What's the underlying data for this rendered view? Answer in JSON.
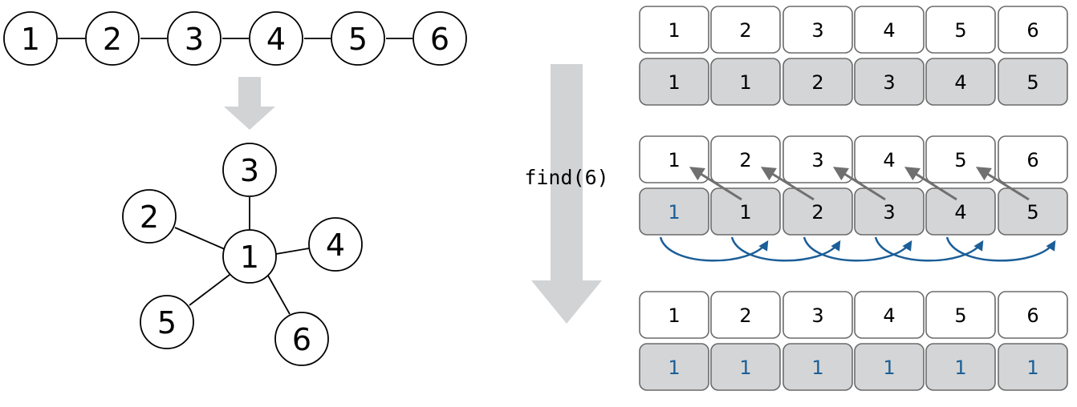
{
  "chain": {
    "nodes": [
      "1",
      "2",
      "3",
      "4",
      "5",
      "6"
    ]
  },
  "star": {
    "center": "1",
    "leaves": [
      "3",
      "2",
      "4",
      "5",
      "6"
    ]
  },
  "operation_label": "find(6)",
  "tables": [
    {
      "index_row": [
        "1",
        "2",
        "3",
        "4",
        "5",
        "6"
      ],
      "parent_row": [
        "1",
        "1",
        "2",
        "3",
        "4",
        "5"
      ],
      "highlighted": []
    },
    {
      "index_row": [
        "1",
        "2",
        "3",
        "4",
        "5",
        "6"
      ],
      "parent_row": [
        "1",
        "1",
        "2",
        "3",
        "4",
        "5"
      ],
      "highlighted": [
        0
      ]
    },
    {
      "index_row": [
        "1",
        "2",
        "3",
        "4",
        "5",
        "6"
      ],
      "parent_row": [
        "1",
        "1",
        "1",
        "1",
        "1",
        "1"
      ],
      "highlighted": [
        0,
        1,
        2,
        3,
        4,
        5
      ]
    }
  ],
  "colors": {
    "stroke": "#000000",
    "cell_border": "#6b6b6b",
    "cell_gray": "#d4d5d6",
    "big_arrow": "#d2d3d5",
    "pointer_arrow": "#707070",
    "highlight_text": "#1b5e98",
    "flow_arrow": "#1b5e98"
  }
}
